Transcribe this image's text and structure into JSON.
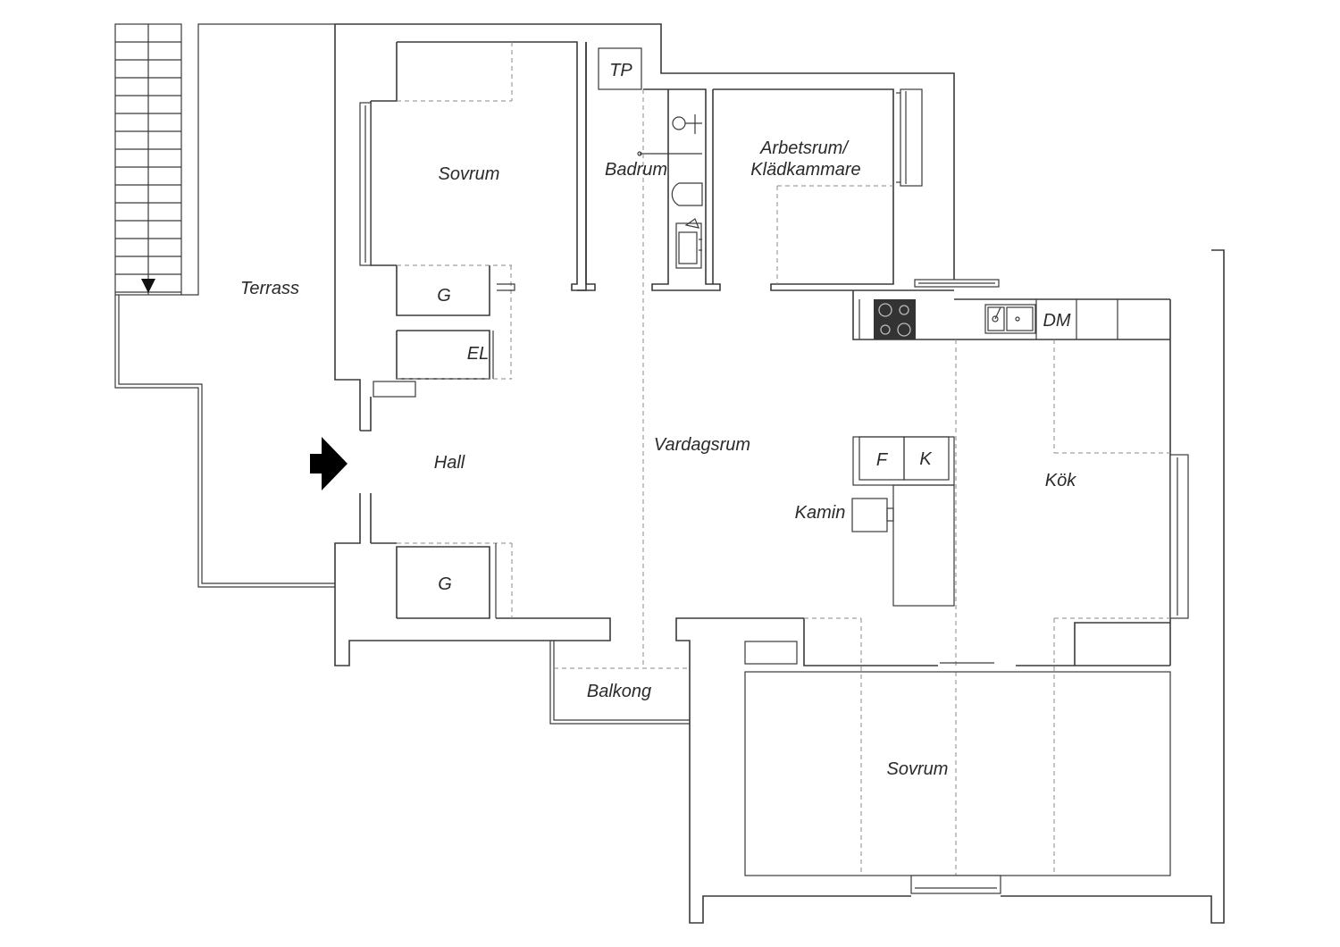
{
  "rooms": {
    "terrass": "Terrass",
    "sovrum_top": "Sovrum",
    "badrum": "Badrum",
    "tp": "TP",
    "arbetsrum_line1": "Arbetsrum/",
    "arbetsrum_line2": "Klädkammare",
    "g_top": "G",
    "el": "EL",
    "dm": "DM",
    "hall": "Hall",
    "vardagsrum": "Vardagsrum",
    "f": "F",
    "k": "K",
    "kok": "Kök",
    "kamin": "Kamin",
    "g_bottom": "G",
    "balkong": "Balkong",
    "sovrum_bottom": "Sovrum"
  },
  "icons": {
    "entrance": "entrance-arrow-icon",
    "stairs_down": "stairs-down-arrow-icon",
    "stove": "cooktop-icon",
    "sink": "kitchen-sink-icon",
    "shower": "shower-icon",
    "toilet": "toilet-icon",
    "washbasin": "washbasin-icon"
  }
}
